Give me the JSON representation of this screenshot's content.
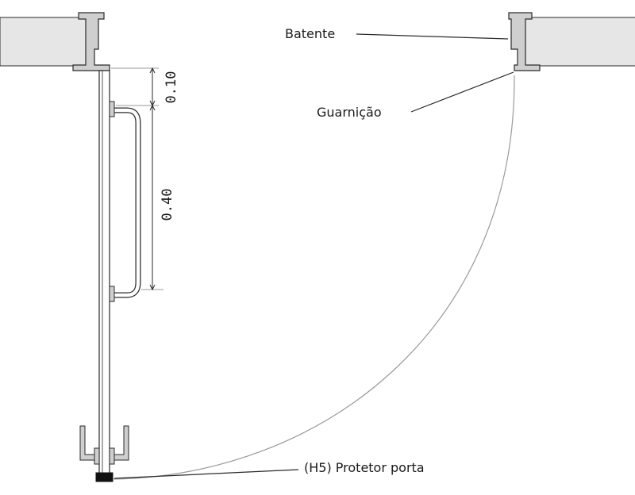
{
  "labels": {
    "batente": "Batente",
    "guarnicao": "Guarnição",
    "protetor": "(H5) Protetor porta"
  },
  "dimensions": {
    "top_gap": "0.10",
    "handle_length": "0.40"
  },
  "colors": {
    "stroke": "#2a2a2a",
    "wall_fill": "#e6e6e6",
    "frame_fill": "#cfcfcf",
    "door_fill": "#ffffff",
    "swing_arc": "#9a9a9a",
    "protector_fill": "#111111"
  }
}
